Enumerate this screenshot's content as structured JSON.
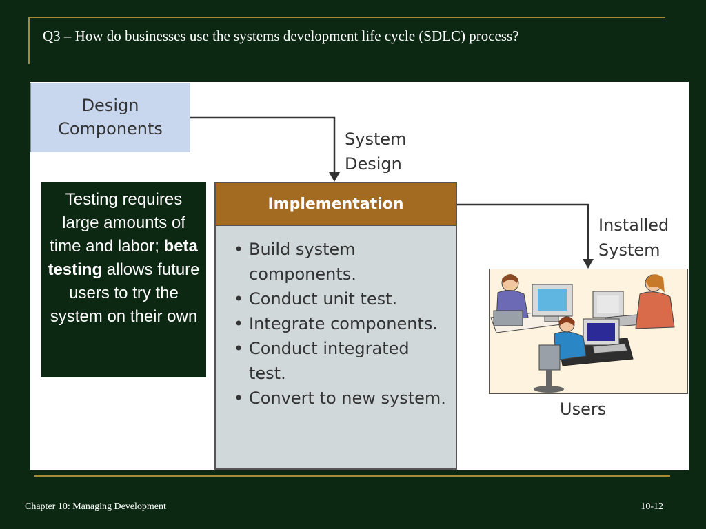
{
  "slide": {
    "title": "Q3 – How do businesses use the systems development life cycle (SDLC) process?",
    "footer_left": "Chapter 10: Managing Development",
    "footer_right": "10-12"
  },
  "diagram": {
    "design_components": "Design Components",
    "system_design_label": "System Design",
    "implementation": {
      "title": "Implementation",
      "items": [
        "Build system components.",
        "Conduct unit test.",
        "Integrate components.",
        "Conduct integrated test.",
        "Convert to new system."
      ]
    },
    "installed_system_label": "Installed System",
    "users_label": "Users"
  },
  "note": {
    "before": "Testing requires large amounts of time and labor; ",
    "emphasis": "beta testing",
    "after": " allows future users to try the system on their own"
  },
  "colors": {
    "slide_background": "#0c2712",
    "rule": "#a8893a",
    "design_box": "#c8d6ee",
    "implementation_header": "#a36a22",
    "implementation_body": "#d0d8da"
  },
  "icons": {
    "users_illustration": "office-workers-at-computers-illustration"
  }
}
